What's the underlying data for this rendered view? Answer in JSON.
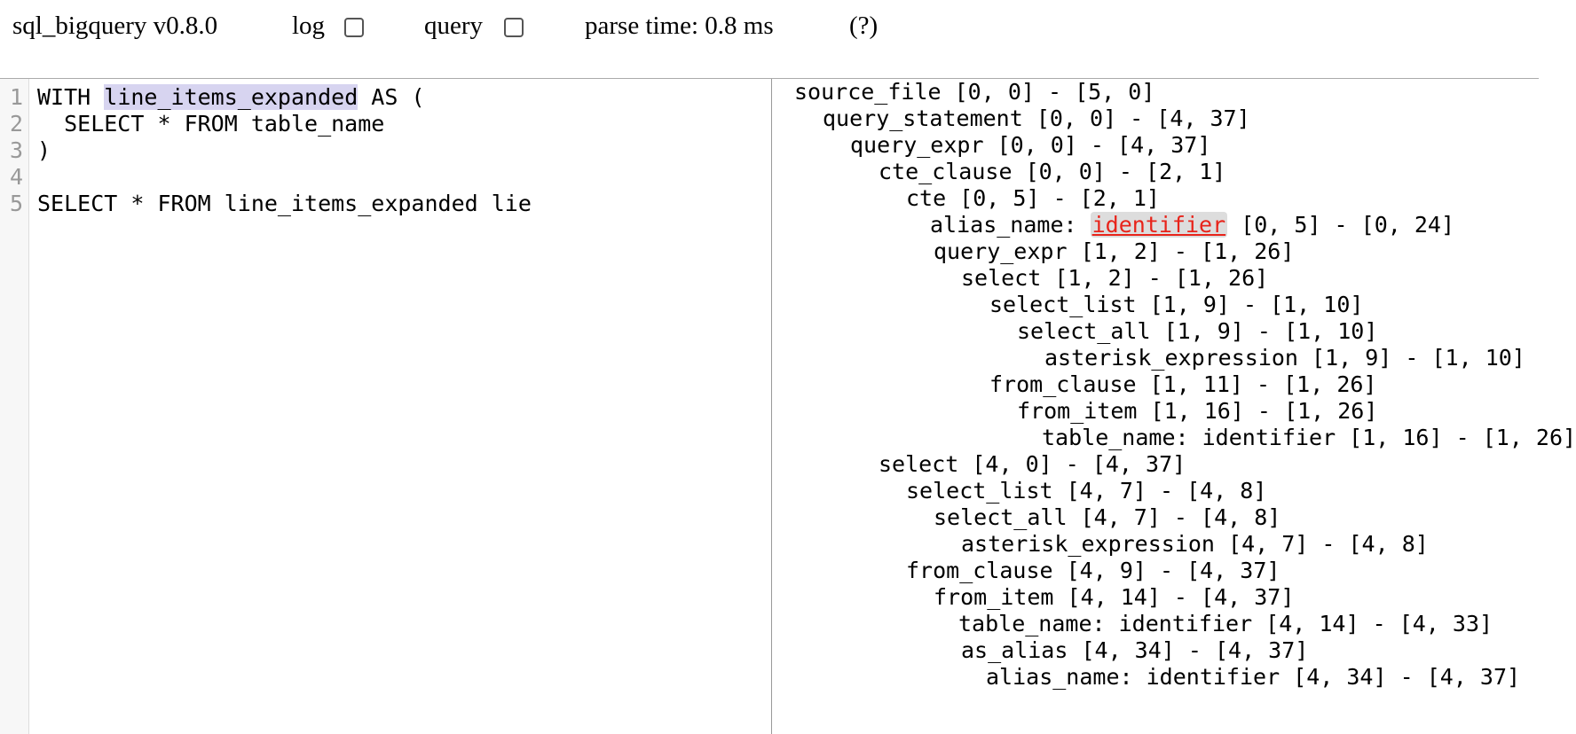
{
  "header": {
    "title": "sql_bigquery v0.8.0",
    "log_label": "log",
    "query_label": "query",
    "parse_time": "parse time: 0.8 ms",
    "help": "(?)"
  },
  "editor": {
    "line_numbers": [
      "1",
      "2",
      "3",
      "4",
      "5"
    ],
    "lines": [
      {
        "before": "WITH ",
        "selected": "line_items_expanded",
        "after": " AS ("
      },
      {
        "text": "  SELECT * FROM table_name"
      },
      {
        "text": ")"
      },
      {
        "text": ""
      },
      {
        "text": "SELECT * FROM line_items_expanded lie"
      }
    ]
  },
  "tree": {
    "rows": [
      {
        "text": "source_file [0, 0] - [5, 0]"
      },
      {
        "text": "query_statement [0, 0] - [4, 37]"
      },
      {
        "text": "query_expr [0, 0] - [4, 37]"
      },
      {
        "text": "cte_clause [0, 0] - [2, 1]"
      },
      {
        "text": "cte [0, 5] - [2, 1]"
      },
      {
        "prefix": "alias_name: ",
        "node": "identifier",
        "suffix": " [0, 5] - [0, 24]"
      },
      {
        "text": "query_expr [1, 2] - [1, 26]"
      },
      {
        "text": "select [1, 2] - [1, 26]"
      },
      {
        "text": "select_list [1, 9] - [1, 10]"
      },
      {
        "text": "select_all [1, 9] - [1, 10]"
      },
      {
        "text": "asterisk_expression [1, 9] - [1, 10]"
      },
      {
        "text": "from_clause [1, 11] - [1, 26]"
      },
      {
        "text": "from_item [1, 16] - [1, 26]"
      },
      {
        "text": "table_name: identifier [1, 16] - [1, 26]"
      },
      {
        "text": "select [4, 0] - [4, 37]"
      },
      {
        "text": "select_list [4, 7] - [4, 8]"
      },
      {
        "text": "select_all [4, 7] - [4, 8]"
      },
      {
        "text": "asterisk_expression [4, 7] - [4, 8]"
      },
      {
        "text": "from_clause [4, 9] - [4, 37]"
      },
      {
        "text": "from_item [4, 14] - [4, 37]"
      },
      {
        "text": "table_name: identifier [4, 14] - [4, 33]"
      },
      {
        "text": "as_alias [4, 34] - [4, 37]"
      },
      {
        "text": "alias_name: identifier [4, 34] - [4, 37]"
      }
    ]
  }
}
